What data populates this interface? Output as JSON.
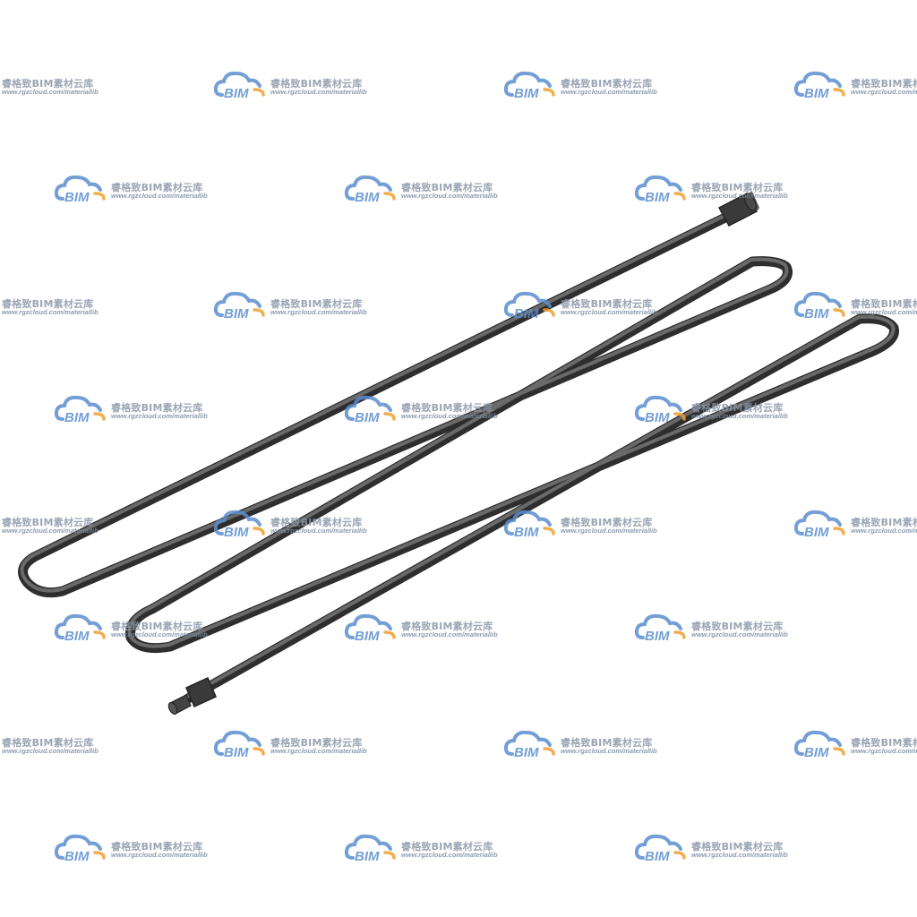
{
  "image": {
    "subject": "heating-element-tube",
    "background_color": "#ffffff",
    "pipe_color": "#4a4a4a"
  },
  "watermark": {
    "logo_text": "BIM",
    "title": "睿格致BIM素材云库",
    "url": "www.rgzcloud.com/materiallib",
    "logo_blue": "#5b8fd0",
    "logo_orange": "#f0a030",
    "text_color": "#8a96a8"
  }
}
